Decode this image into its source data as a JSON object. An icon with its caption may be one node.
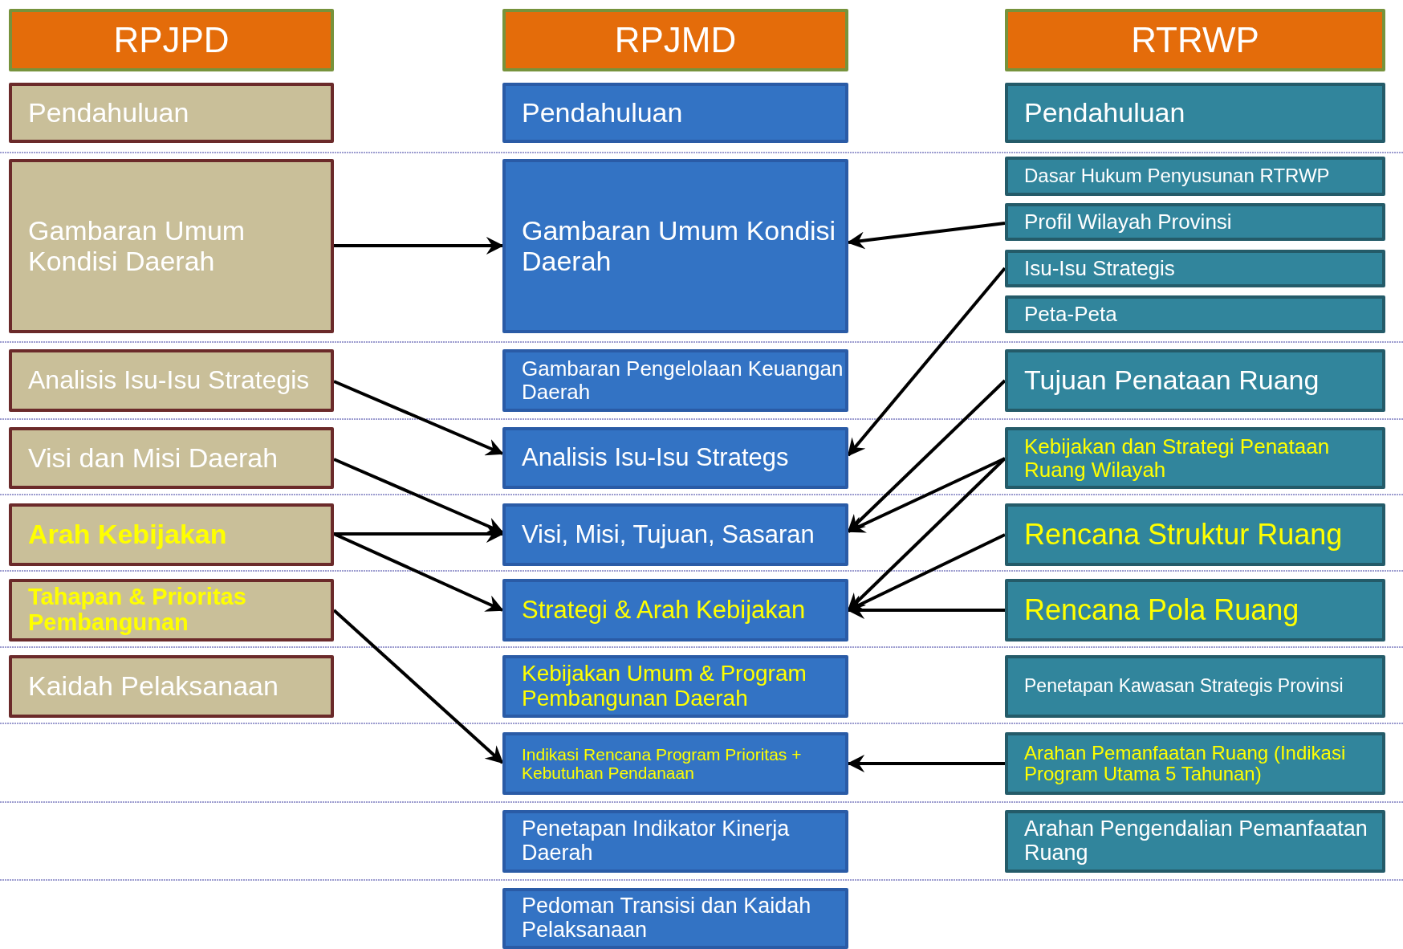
{
  "diagram": {
    "nodes": [
      {
        "text": [
          "RPJPD"
        ]
      },
      {
        "text": [
          "RPJMD"
        ]
      },
      {
        "text": [
          "RTRWP"
        ]
      },
      {
        "text": [
          "Pendahuluan"
        ]
      },
      {
        "text": [
          "Gambaran Umum Kondisi Daerah"
        ]
      },
      {
        "text": [
          "Analisis Isu-Isu Strategis"
        ]
      },
      {
        "text": [
          "Visi dan Misi Daerah"
        ]
      },
      {
        "text": [
          "Arah Kebijakan"
        ]
      },
      {
        "text": [
          "Tahapan & Prioritas Pembangunan"
        ]
      },
      {
        "text": [
          "Kaidah Pelaksanaan"
        ]
      },
      {
        "text": [
          "Pendahuluan"
        ]
      },
      {
        "text": [
          "Gambaran Umum Kondisi Daerah"
        ]
      },
      {
        "text": [
          "Gambaran Pengelolaan Keuangan Daerah"
        ]
      },
      {
        "text": [
          "Analisis Isu-Isu Strategs"
        ]
      },
      {
        "text": [
          "Visi, Misi, Tujuan, Sasaran"
        ]
      },
      {
        "text": [
          "Strategi & Arah Kebijakan"
        ]
      },
      {
        "text": [
          "Kebijakan Umum & Program Pembangunan Daerah"
        ]
      },
      {
        "text": [
          "Indikasi Rencana Program Prioritas + Kebutuhan Pendanaan"
        ]
      },
      {
        "text": [
          "Penetapan Indikator Kinerja Daerah"
        ]
      },
      {
        "text": [
          "Pedoman Transisi dan Kaidah Pelaksanaan"
        ]
      },
      {
        "text": [
          "Pendahuluan"
        ]
      },
      {
        "text": [
          "Dasar Hukum Penyusunan RTRWP"
        ]
      },
      {
        "text": [
          "Profil Wilayah Provinsi"
        ]
      },
      {
        "text": [
          "Isu-Isu Strategis"
        ]
      },
      {
        "text": [
          "Peta-Peta"
        ]
      },
      {
        "text": [
          "Tujuan Penataan Ruang"
        ]
      },
      {
        "text": [
          "Kebijakan dan Strategi Penataan Ruang Wilayah"
        ]
      },
      {
        "text": [
          "Rencana Struktur Ruang"
        ]
      },
      {
        "text": [
          "Rencana Pola Ruang"
        ]
      },
      {
        "text": [
          "Penetapan Kawasan Strategis Provinsi"
        ]
      },
      {
        "text": [
          "Arahan Pemanfaatan Ruang (Indikasi Program Utama 5 Tahunan)"
        ]
      },
      {
        "text": [
          "Arahan Pengendalian Pemanfaatan Ruang"
        ]
      }
    ],
    "edges": [
      {
        "from": 4,
        "to": 11,
        "arrow": "to"
      },
      {
        "from": 5,
        "to": 13,
        "arrow": "to"
      },
      {
        "from": 6,
        "to": 14,
        "arrow": "to"
      },
      {
        "from": 7,
        "to": 14,
        "arrow": "to"
      },
      {
        "from": 7,
        "to": 15,
        "arrow": "to"
      },
      {
        "from": 8,
        "to": 17,
        "arrow": "to"
      },
      {
        "from": 22,
        "to": 11,
        "arrow": "to"
      },
      {
        "from": 23,
        "to": 13,
        "arrow": "to"
      },
      {
        "from": 25,
        "to": 14,
        "arrow": "to"
      },
      {
        "from": 26,
        "to": 14,
        "arrow": "to"
      },
      {
        "from": 26,
        "to": 15,
        "arrow": "to"
      },
      {
        "from": 27,
        "to": 15,
        "arrow": "to"
      },
      {
        "from": 28,
        "to": 15,
        "arrow": "to"
      },
      {
        "from": 30,
        "to": 17,
        "arrow": "to"
      }
    ]
  }
}
